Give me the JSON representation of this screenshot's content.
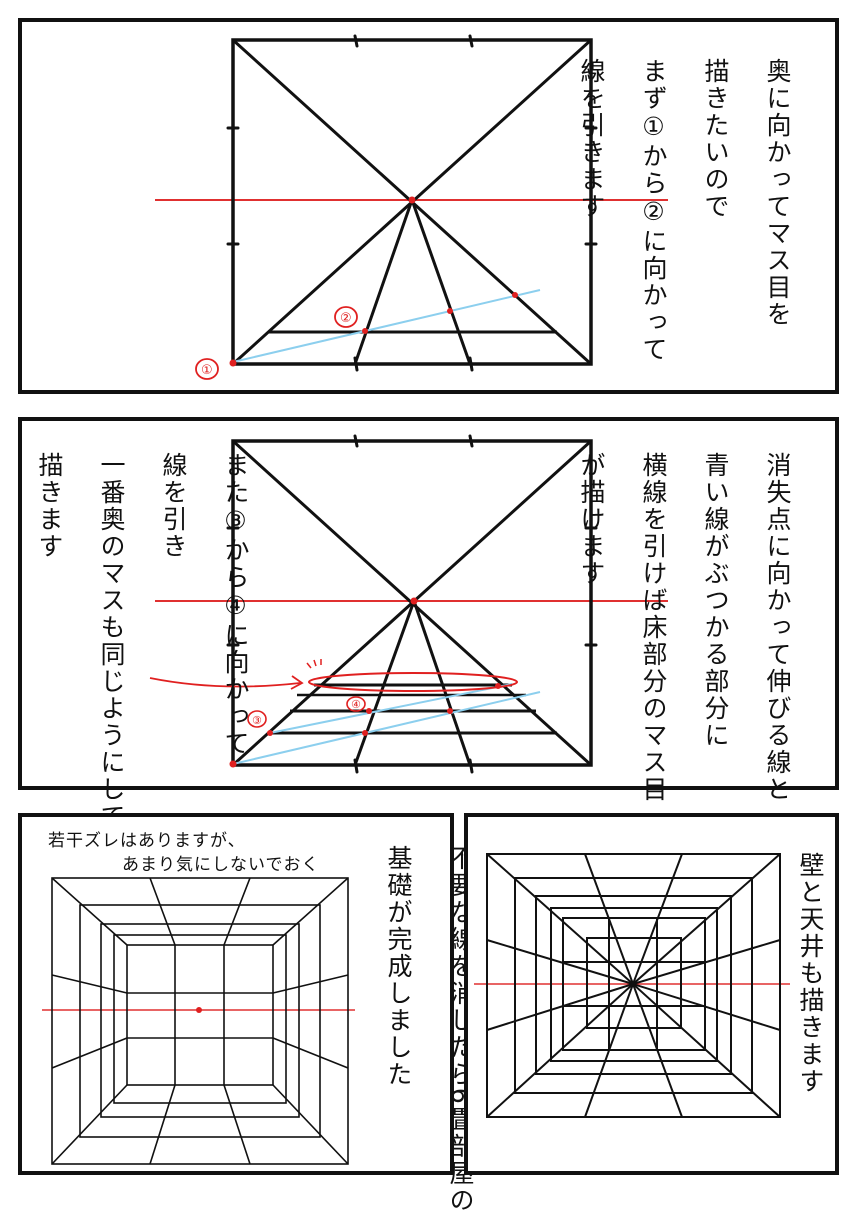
{
  "panel1": {
    "caption": [
      "奥に向かってマス目を",
      "描きたいので",
      "まず①から②に向かって",
      "線を引きます"
    ],
    "point_labels": [
      "①",
      "②"
    ]
  },
  "panel2": {
    "caption_right": [
      "消失点に向かって伸びる線と",
      "青い線がぶつかる部分に",
      "横線を引けば床部分のマス目",
      "が描けます"
    ],
    "caption_left": [
      "また③から④に向かって",
      "線を引き",
      "一番奥のマスも同じようにして",
      "描きます"
    ],
    "point_labels": [
      "③",
      "④"
    ]
  },
  "panel3": {
    "note_line1": "若干ズレはありますが、",
    "note_line2": "あまり気にしないでおく",
    "caption": [
      "不要な線を消したら6畳部屋の",
      "基礎が完成しました"
    ]
  },
  "panel4": {
    "caption": [
      "壁と天井も描きます"
    ]
  },
  "colors": {
    "ink": "#111111",
    "horizon": "#e03030",
    "guide": "#8ccfee",
    "marker": "#e02020"
  }
}
